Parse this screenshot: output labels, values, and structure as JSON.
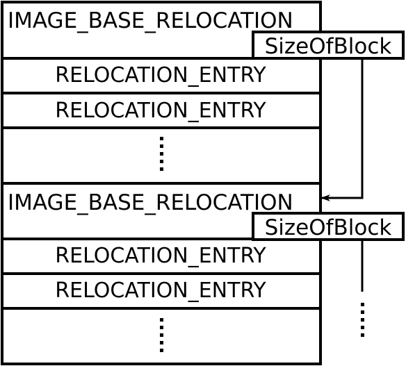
{
  "colors": {
    "stroke": "#000000",
    "fill": "#ffffff",
    "text": "#000000"
  },
  "blocks": [
    {
      "header_label": "IMAGE_BASE_RELOCATION",
      "size_field_label": "SizeOfBlock",
      "entries": [
        "RELOCATION_ENTRY",
        "RELOCATION_ENTRY"
      ]
    },
    {
      "header_label": "IMAGE_BASE_RELOCATION",
      "size_field_label": "SizeOfBlock",
      "entries": [
        "RELOCATION_ENTRY",
        "RELOCATION_ENTRY"
      ]
    }
  ]
}
